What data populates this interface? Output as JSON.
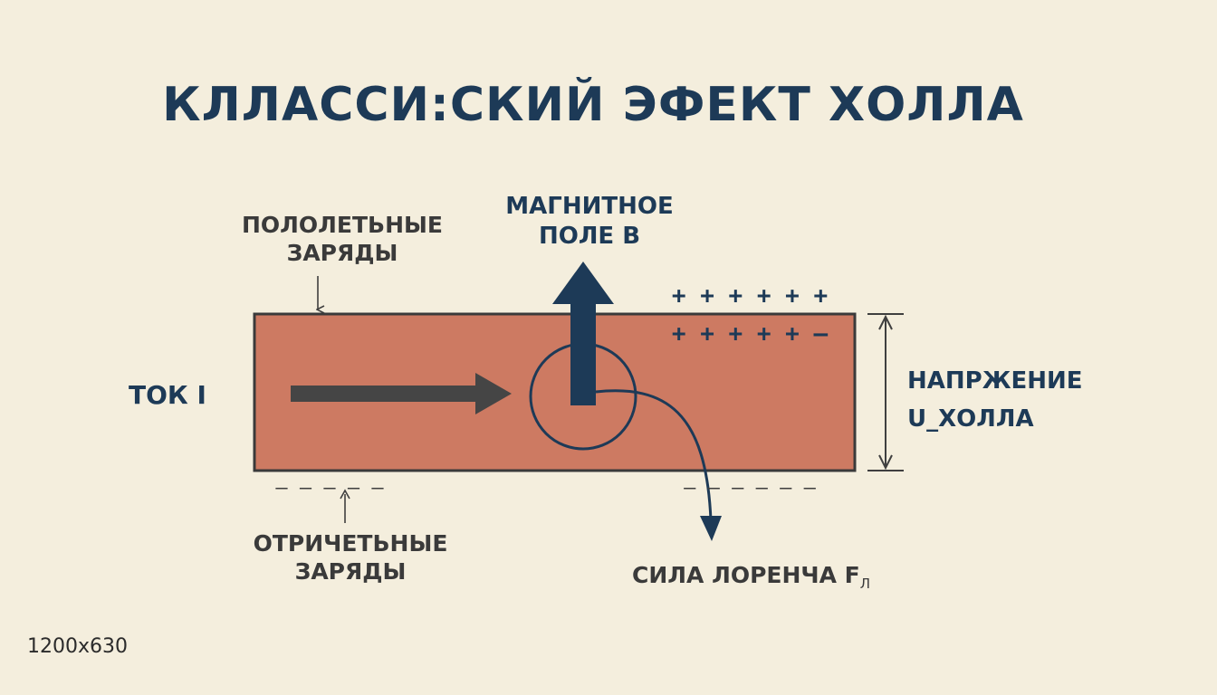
{
  "title": "КЛЛАССИ:СКИЙ ЭФЕКТ ХОЛЛА",
  "labels": {
    "positive_charges_line1": "ПОЛОЛЕТЬНЫЕ",
    "positive_charges_line2": "ЗАРЯДЫ",
    "magnetic_field_line1": "МАГНИТНОЕ",
    "magnetic_field_line2": "ПОЛЕ В",
    "current": "ТОК I",
    "voltage_line1": "НАПРЖЕНИЕ",
    "voltage_line2": "U_ХОЛЛА",
    "negative_charges_line1": "ОТРИЧЕТЬНЫЕ",
    "negative_charges_line2": "ЗАРЯДЫ",
    "lorentz_force": "СИЛА ЛОРЕНЧА F",
    "lorentz_force_subscript": "Л",
    "size_note": "1200x630"
  },
  "charges": {
    "top_row_1": "+ + + + + +",
    "top_row_2": "+ + + + + –",
    "bottom_left": "– – – – –",
    "bottom_right": "– – – – – –"
  },
  "colors": {
    "background": "#f4eedd",
    "plate": "#cd7a62",
    "plate_border": "#3a3a3a",
    "navy": "#1d3a57",
    "dark_gray": "#3f3f3f"
  }
}
